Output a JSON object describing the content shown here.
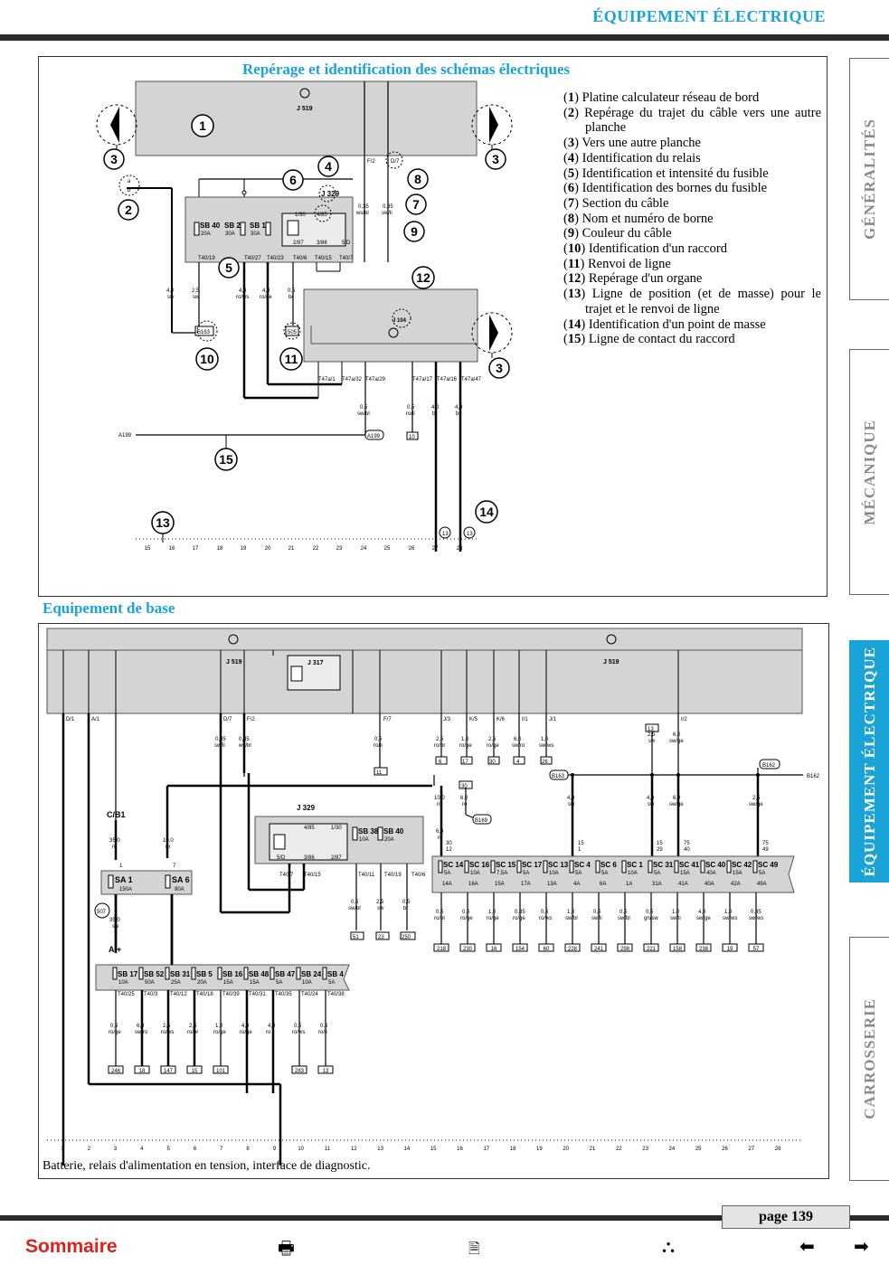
{
  "header": {
    "title": "ÉQUIPEMENT ÉLECTRIQUE"
  },
  "tabs": [
    {
      "label": "GÉNÉRALITÉS",
      "active": false
    },
    {
      "label": "MÉCANIQUE",
      "active": false
    },
    {
      "label": "ÉQUIPEMENT ÉLECTRIQUE",
      "active": true
    },
    {
      "label": "CARROSSERIE",
      "active": false
    }
  ],
  "panel1": {
    "title": "Repérage et identification des schémas électriques",
    "legend": [
      {
        "num": "1",
        "text": "Platine calculateur réseau de bord"
      },
      {
        "num": "2",
        "text": "Repérage du trajet du câble vers une autre planche"
      },
      {
        "num": "3",
        "text": "Vers une autre planche"
      },
      {
        "num": "4",
        "text": "Identification du relais"
      },
      {
        "num": "5",
        "text": "Identification et intensité du fusible"
      },
      {
        "num": "6",
        "text": "Identification des bornes du fusible"
      },
      {
        "num": "7",
        "text": "Section du câble"
      },
      {
        "num": "8",
        "text": "Nom et numéro de borne"
      },
      {
        "num": "9",
        "text": "Couleur du câble"
      },
      {
        "num": "10",
        "text": "Identification d'un raccord"
      },
      {
        "num": "11",
        "text": "Renvoi de ligne"
      },
      {
        "num": "12",
        "text": "Repérage d'un organe"
      },
      {
        "num": "13",
        "text": "Ligne de position (et de masse) pour le trajet et le renvoi de ligne"
      },
      {
        "num": "14",
        "text": "Identification d'un point de masse"
      },
      {
        "num": "15",
        "text": "Ligne de contact du raccord"
      }
    ],
    "diagram": {
      "module_label": "J 519",
      "relay_label": "J 329",
      "fuses": [
        {
          "name": "SB 40",
          "amp": "20A"
        },
        {
          "name": "SB 2",
          "amp": "30A"
        },
        {
          "name": "SB 1",
          "amp": "30A"
        }
      ],
      "relay_pins": [
        "1/30",
        "4/85",
        "2/87",
        "3/86",
        "5/D"
      ],
      "top_terms": [
        "F/2",
        "D/7"
      ],
      "top_wires": [
        {
          "section": "0,35",
          "color": "ws/bl"
        },
        {
          "section": "0,35",
          "color": "sw/li"
        }
      ],
      "terminals": [
        "T40/19",
        "T40/27",
        "T40/23",
        "T40/6",
        "T40/15",
        "T40/7"
      ],
      "wires": [
        {
          "section": "4,0",
          "color": "sw"
        },
        {
          "section": "2,5",
          "color": "sw"
        },
        {
          "section": "4,0",
          "color": "ro/ws"
        },
        {
          "section": "4,0",
          "color": "ro/ge"
        },
        {
          "section": "0,5",
          "color": "br"
        }
      ],
      "conn_a": "a",
      "conn_b": "b",
      "conn": "B163",
      "refs": [
        "505",
        "10"
      ],
      "organ": "J 104",
      "t47": [
        "T47a/1",
        "T47a/32",
        "T47a/29",
        "T47a/17",
        "T47a/16",
        "T47a/47"
      ],
      "bwires": [
        {
          "section": "0,5",
          "color": "sw/bl"
        },
        {
          "section": "0,5",
          "color": "ro/li"
        },
        {
          "section": "4,0",
          "color": "br"
        },
        {
          "section": "4,0",
          "color": "br"
        }
      ],
      "a199": "A199",
      "grounds": [
        "13",
        "13"
      ],
      "callouts": [
        "1",
        "2",
        "3",
        "3",
        "3",
        "4",
        "5",
        "6",
        "7",
        "8",
        "9",
        "10",
        "11",
        "12",
        "13",
        "14",
        "15"
      ],
      "axis": [
        "15",
        "16",
        "17",
        "18",
        "19",
        "20",
        "21",
        "22",
        "23",
        "24",
        "25",
        "26",
        "27",
        "28"
      ]
    }
  },
  "section2": {
    "title": "Equipement de base",
    "caption": "Batterie, relais d'alimentation en tension, interface de diagnostic.",
    "diagram": {
      "module_left": "J 519",
      "module_right": "J 519",
      "relay_top": "J 317",
      "relay_mid": "J 329",
      "top_terms": [
        "D/1",
        "A/1",
        "D/7",
        "F/2",
        "F/7",
        "J/3",
        "K/5",
        "K/6",
        "I/1",
        "J/1",
        "I/2"
      ],
      "top_wires": [
        {
          "section": "0,35",
          "color": "sw/li",
          "ref": ""
        },
        {
          "section": "0,35",
          "color": "ws/bl",
          "ref": ""
        },
        {
          "section": "0,5",
          "color": "ro/li",
          "ref": "11"
        },
        {
          "section": "2,5",
          "color": "ro/br",
          "ref": "6"
        },
        {
          "section": "1,0",
          "color": "ro/ge",
          "ref": "17"
        },
        {
          "section": "2,5",
          "color": "ro/ge",
          "ref": "30"
        },
        {
          "section": "6,0",
          "color": "sw/ro",
          "ref": "4"
        },
        {
          "section": "1,0",
          "color": "sw/ws",
          "ref": "26"
        }
      ],
      "ref13": "13",
      "ref30": "30",
      "b163": "B163",
      "b162": "B162",
      "b162_out": "B162",
      "b169": "B169",
      "b1": "C/B1",
      "aplus": "A/+",
      "ref507": "507",
      "sa": [
        {
          "name": "SA 1",
          "amp": "150A"
        },
        {
          "name": "SA 6",
          "amp": "80A"
        }
      ],
      "sa_wires": [
        {
          "section": "35,0",
          "color": "ro",
          "pin": "1"
        },
        {
          "section": "10,0",
          "color": "ro",
          "pin": "7"
        },
        {
          "section": "35,0",
          "color": "sw",
          "pin": ""
        }
      ],
      "mid_wires": [
        {
          "section": "10,0",
          "color": "ro"
        },
        {
          "section": "6,0",
          "color": "ro"
        },
        {
          "section": "6,0",
          "color": "ro"
        },
        {
          "section": "2,5",
          "color": "sw"
        },
        {
          "section": "4,0",
          "color": "sw"
        },
        {
          "section": "4,0",
          "color": "sw"
        },
        {
          "section": "6,0",
          "color": "sw/ge"
        },
        {
          "section": "6,0",
          "color": "sw/ge"
        },
        {
          "section": "2,5",
          "color": "sw/ge"
        }
      ],
      "sc_pins": [
        "30",
        "12",
        "15",
        "1",
        "15",
        "29",
        "75",
        "40",
        "75",
        "49"
      ],
      "relay_pins": [
        "4/85",
        "1/30",
        "5/D",
        "3/86",
        "2/87"
      ],
      "sb_mid": [
        {
          "name": "SB 38",
          "amp": "10A"
        },
        {
          "name": "SB 40",
          "amp": "20A"
        }
      ],
      "t40_mid": [
        "T40/7",
        "T40/15",
        "T40/11",
        "T40/19",
        "T40/6"
      ],
      "mid_low_wires": [
        {
          "section": "0,5",
          "color": "sw/bl",
          "ref": "51"
        },
        {
          "section": "2,5",
          "color": "sw",
          "ref": "23"
        },
        {
          "section": "0,5",
          "color": "br",
          "ref": "250"
        }
      ],
      "sc": [
        {
          "name": "SC 14",
          "amp": "5A",
          "pin": "14A",
          "section": "0,5",
          "color": "ro/br",
          "ref": "218"
        },
        {
          "name": "SC 16",
          "amp": "10A",
          "pin": "16A",
          "section": "0,5",
          "color": "ro/ge",
          "ref": "230"
        },
        {
          "name": "SC 15",
          "amp": "7,5A",
          "pin": "15A",
          "section": "1,0",
          "color": "ro/ge",
          "ref": "16"
        },
        {
          "name": "SC 17",
          "amp": "5A",
          "pin": "17A",
          "section": "0,35",
          "color": "ro/ge",
          "ref": "154"
        },
        {
          "name": "SC 13",
          "amp": "10A",
          "pin": "13A",
          "section": "0,5",
          "color": "ro/ws",
          "ref": "60"
        },
        {
          "name": "SC 4",
          "amp": "5A",
          "pin": "4A",
          "section": "1,0",
          "color": "sw/bl",
          "ref": "228"
        },
        {
          "name": "SC 6",
          "amp": "5A",
          "pin": "6A",
          "section": "0,5",
          "color": "sw/li",
          "ref": "241"
        },
        {
          "name": "SC 1",
          "amp": "10A",
          "pin": "1A",
          "section": "0,5",
          "color": "sw/bl",
          "ref": "298"
        },
        {
          "name": "SC 31",
          "amp": "5A",
          "pin": "31A",
          "section": "0,5",
          "color": "gn/sw",
          "ref": "221"
        },
        {
          "name": "SC 41",
          "amp": "15A",
          "pin": "41A",
          "section": "1,0",
          "color": "sw/li",
          "ref": "158"
        },
        {
          "name": "SC 40",
          "amp": "40A",
          "pin": "40A",
          "section": "4,0",
          "color": "sw/ge",
          "ref": "238"
        },
        {
          "name": "SC 42",
          "amp": "15A",
          "pin": "42A",
          "section": "1,0",
          "color": "sw/ws",
          "ref": "19"
        },
        {
          "name": "SC 49",
          "amp": "5A",
          "pin": "49A",
          "section": "0,35",
          "color": "sw/ws",
          "ref": "57"
        }
      ],
      "sb_low": [
        {
          "name": "SB 17",
          "amp": "10A",
          "term": "T40/25",
          "section": "0,5",
          "color": "ro/ge",
          "ref": "246"
        },
        {
          "name": "SB 52",
          "amp": "50A",
          "term": "T40/3",
          "section": "6,0",
          "color": "sw/ro",
          "ref": "18"
        },
        {
          "name": "SB 31",
          "amp": "25A",
          "term": "T40/12",
          "section": "2,5",
          "color": "ro/ws",
          "ref": "147"
        },
        {
          "name": "SB 5",
          "amp": "20A",
          "term": "T40/18",
          "section": "2,5",
          "color": "ro/br",
          "ref": "15"
        },
        {
          "name": "SB 16",
          "amp": "15A",
          "term": "T40/39",
          "section": "1,0",
          "color": "ro/ge",
          "ref": "101"
        },
        {
          "name": "SB 48",
          "amp": "15A",
          "term": "T40/31",
          "section": "4,0",
          "color": "ro/ge",
          "ref": ""
        },
        {
          "name": "SB 47",
          "amp": "5A",
          "term": "T40/35",
          "section": "4,0",
          "color": "ro",
          "ref": ""
        },
        {
          "name": "SB 24",
          "amp": "10A",
          "term": "T40/24",
          "section": "0,5",
          "color": "ro/ws",
          "ref": "283"
        },
        {
          "name": "SB 4",
          "amp": "5A",
          "term": "T40/38",
          "section": "0,5",
          "color": "ro/li",
          "ref": "13"
        }
      ],
      "axis": [
        "1",
        "2",
        "3",
        "4",
        "5",
        "6",
        "7",
        "8",
        "9",
        "10",
        "11",
        "12",
        "13",
        "14",
        "15",
        "16",
        "17",
        "18",
        "19",
        "20",
        "21",
        "22",
        "23",
        "24",
        "25",
        "26",
        "27",
        "28"
      ]
    }
  },
  "footer": {
    "page": "page 139",
    "sommaire": "Sommaire",
    "print_icon": "🖶",
    "doc_icon": "🗎",
    "search_icon": "⛬",
    "prev_icon": "⬅",
    "next_icon": "➡"
  }
}
